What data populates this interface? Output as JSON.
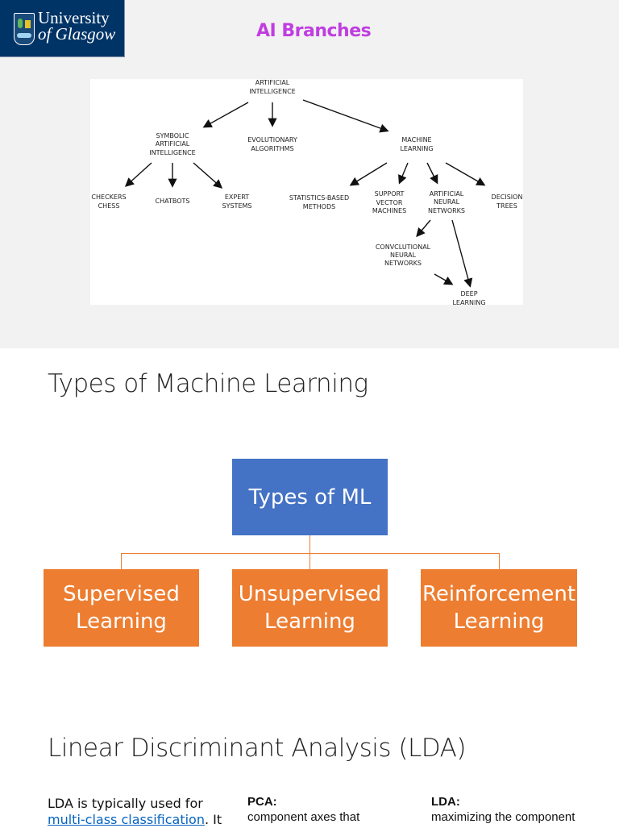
{
  "slide1": {
    "logo": {
      "line1": "University",
      "line2": "of Glasgow"
    },
    "title": "AI Branches",
    "diagram": {
      "nodes": {
        "ai": [
          "ARTIFICIAL",
          "INTELLIGENCE"
        ],
        "symbolic": [
          "SYMBOLIC",
          "ARTIFICIAL",
          "INTELLIGENCE"
        ],
        "evolutionary": [
          "EVOLUTIONARY",
          "ALGORITHMS"
        ],
        "ml": [
          "MACHINE",
          "LEARNING"
        ],
        "checkers": [
          "CHECKERS",
          "CHESS"
        ],
        "chatbots": [
          "CHATBOTS"
        ],
        "expert": [
          "EXPERT",
          "SYSTEMS"
        ],
        "stats": [
          "STATISTICS-BASED",
          "METHODS"
        ],
        "svm": [
          "SUPPORT",
          "VECTOR",
          "MACHINES"
        ],
        "ann": [
          "ARTIFICIAL",
          "NEURAL",
          "NETWORKS"
        ],
        "decision": [
          "DECISION",
          "TREES"
        ],
        "cnn": [
          "CONVCLUTIONAL",
          "NEURAL",
          "NETWORKS"
        ],
        "deep": [
          "DEEP",
          "LEARNING"
        ]
      }
    }
  },
  "slide2": {
    "title": "Types of Machine Learning",
    "root": "Types of ML",
    "children": [
      {
        "line1": "Supervised",
        "line2": "Learning"
      },
      {
        "line1": "Unsupervised",
        "line2": "Learning"
      },
      {
        "line1": "Reinforcement",
        "line2": "Learning"
      }
    ],
    "colors": {
      "root": "#4472c4",
      "child": "#ed7d31"
    }
  },
  "slide3": {
    "title": "Linear Discriminant Analysis (LDA)",
    "intro_line1": "LDA is typically used for",
    "intro_link": "multi-class classification",
    "intro_after": ". It",
    "pca": {
      "heading": "PCA:",
      "text": "component axes that"
    },
    "lda": {
      "heading": "LDA:",
      "text": "maximizing the component"
    }
  }
}
